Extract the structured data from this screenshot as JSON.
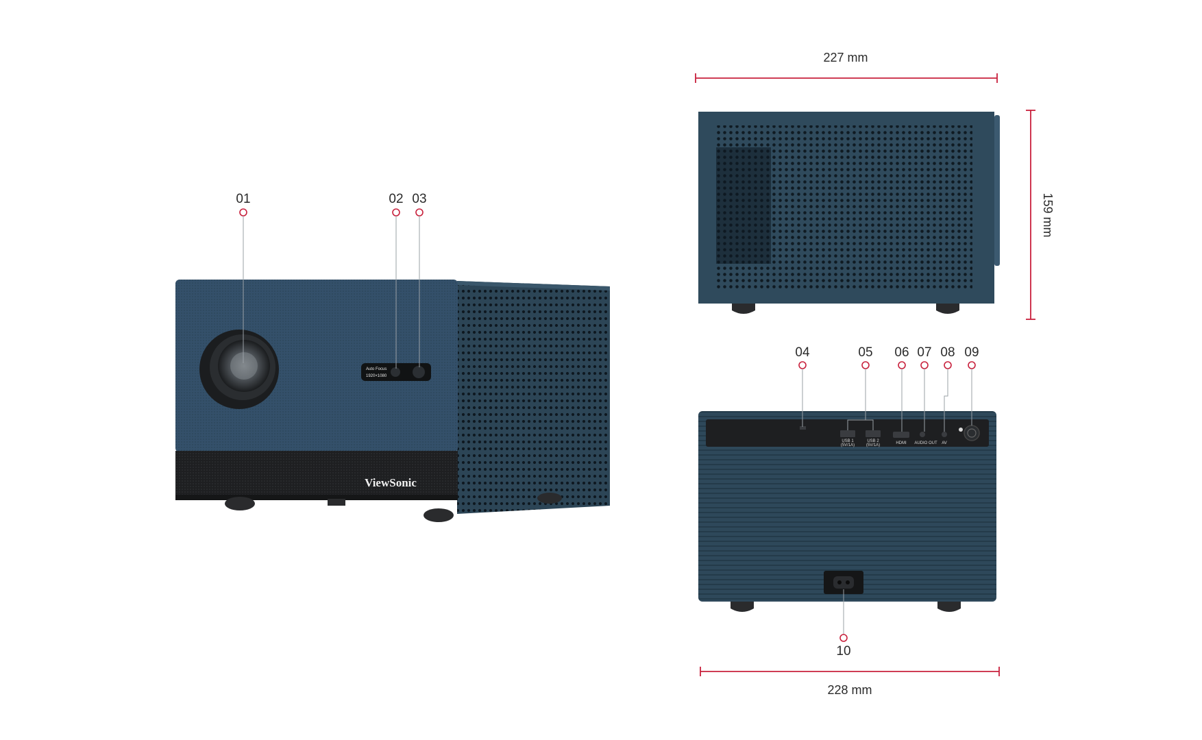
{
  "callouts": {
    "c01": "01",
    "c02": "02",
    "c03": "03",
    "c04": "04",
    "c05": "05",
    "c06": "06",
    "c07": "07",
    "c08": "08",
    "c09": "09",
    "c10": "10"
  },
  "dimensions": {
    "top_width": "227 mm",
    "height": "159 mm",
    "bottom_width": "228 mm"
  },
  "device": {
    "brand": "ViewSonic",
    "sensor_label_1": "Auto Focus",
    "sensor_label_2": "1920×1080",
    "port_usb1": "USB 1",
    "port_usb1_spec": "(5V/1A)",
    "port_usb2": "USB 2",
    "port_usb2_spec": "(5V/1A)",
    "port_hdmi": "HDMI",
    "port_audio": "AUDIO OUT",
    "port_av": "AV"
  },
  "colors": {
    "accent": "#c8203c",
    "body": "#2f4a5c",
    "body_dark": "#233a49",
    "bezel": "#1e1f21"
  }
}
